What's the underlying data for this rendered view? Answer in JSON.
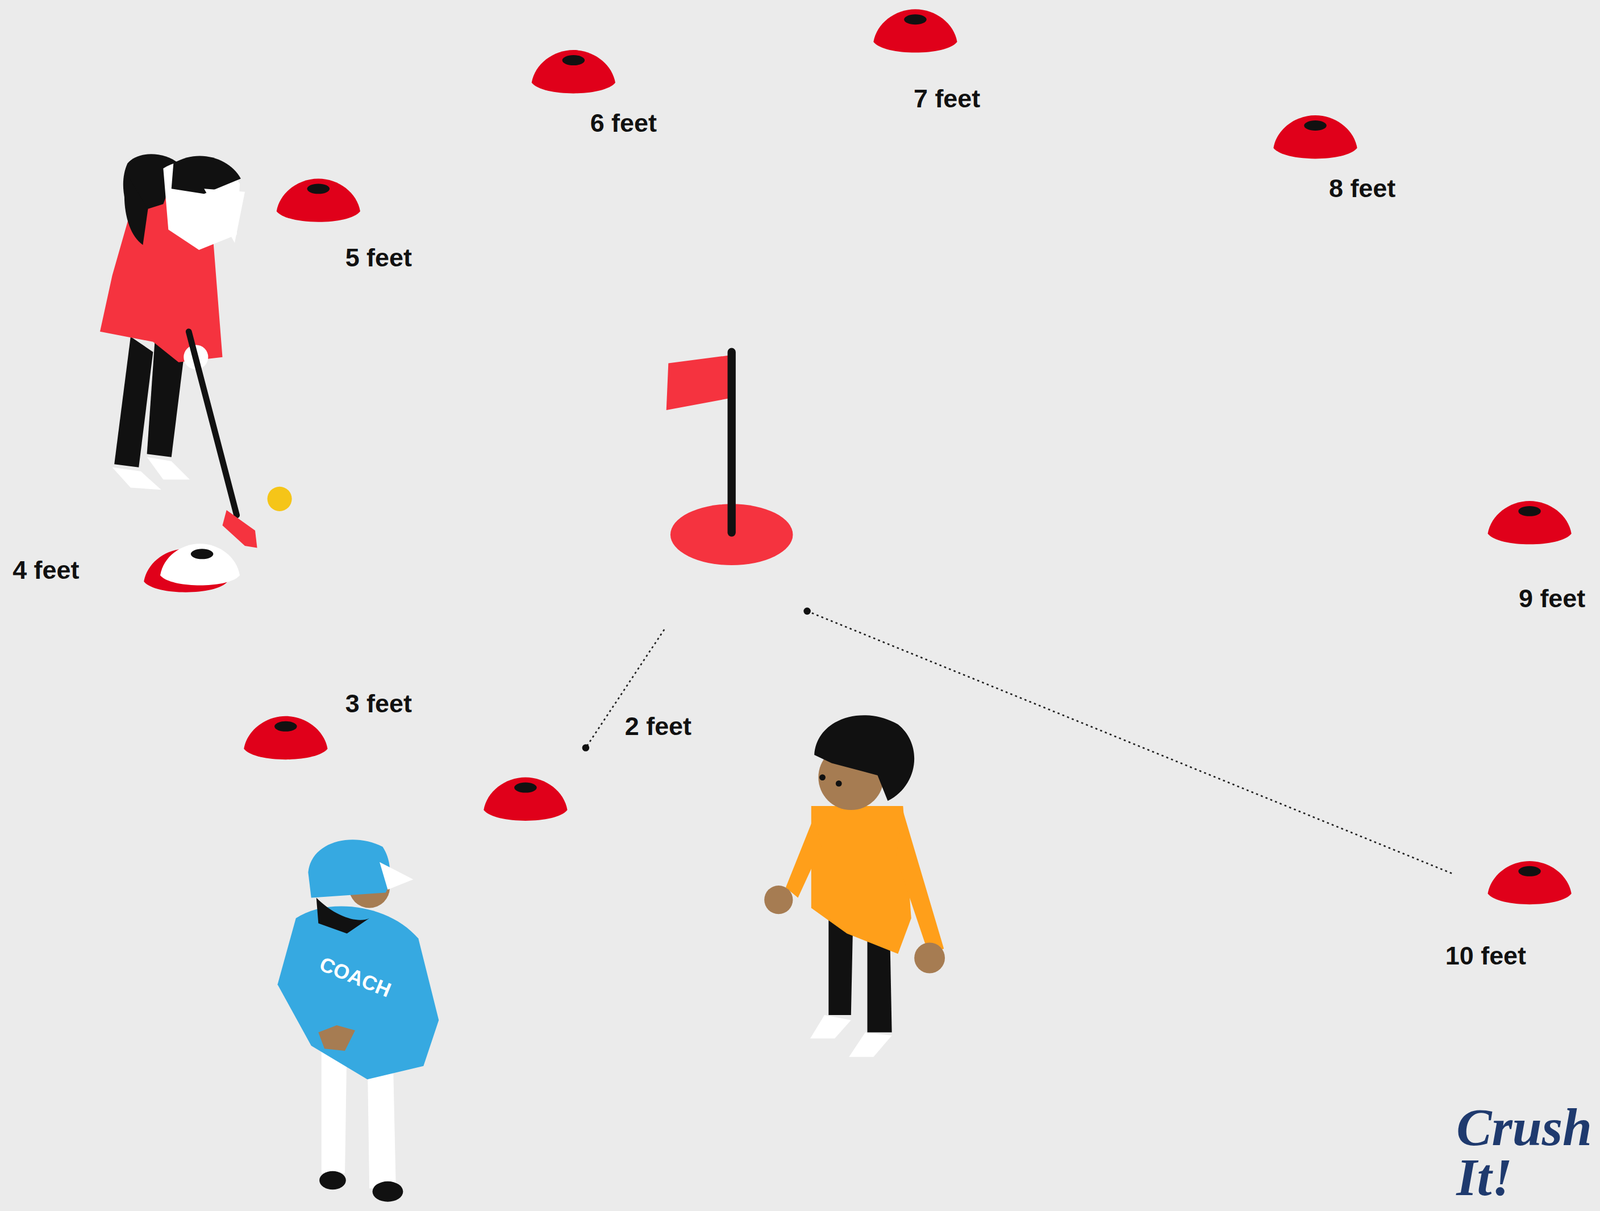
{
  "diagram": {
    "labels": [
      "7 feet",
      "6 feet",
      "8 feet",
      "5 feet",
      "4 feet",
      "9 feet",
      "3 feet",
      "2 feet",
      "10 feet",
      "COACH",
      "Crush It!"
    ]
  }
}
